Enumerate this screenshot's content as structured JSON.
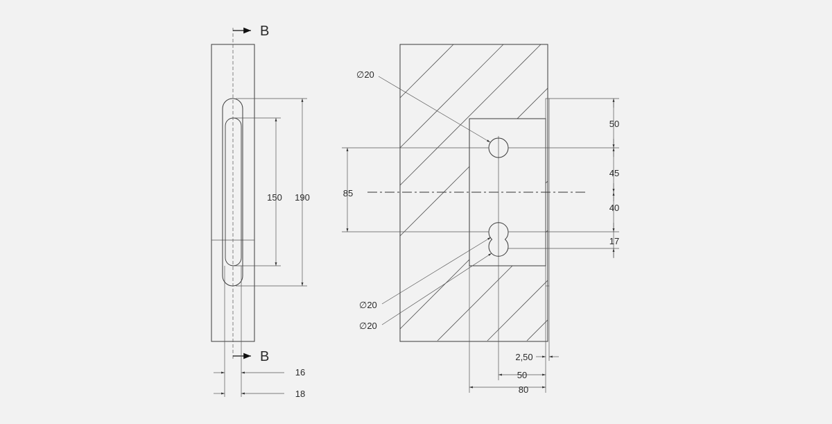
{
  "section": {
    "label_top": "B",
    "label_bottom": "B"
  },
  "side_view": {
    "slot_outer_length": "190",
    "slot_inner_length": "150",
    "width_inner": "16",
    "width_outer": "18"
  },
  "front_view": {
    "top_hole_diameter": "∅20",
    "lower_hole_diameter_1": "∅20",
    "lower_hole_diameter_2": "∅20",
    "spacing_top": "50",
    "spacing_upper_to_axis": "45",
    "spacing_axis_to_lower": "40",
    "spacing_lower_holes": "17",
    "hole_spacing_total": "85",
    "plate_offset": "2,50",
    "hole_from_edge": "50",
    "plate_width": "80"
  }
}
